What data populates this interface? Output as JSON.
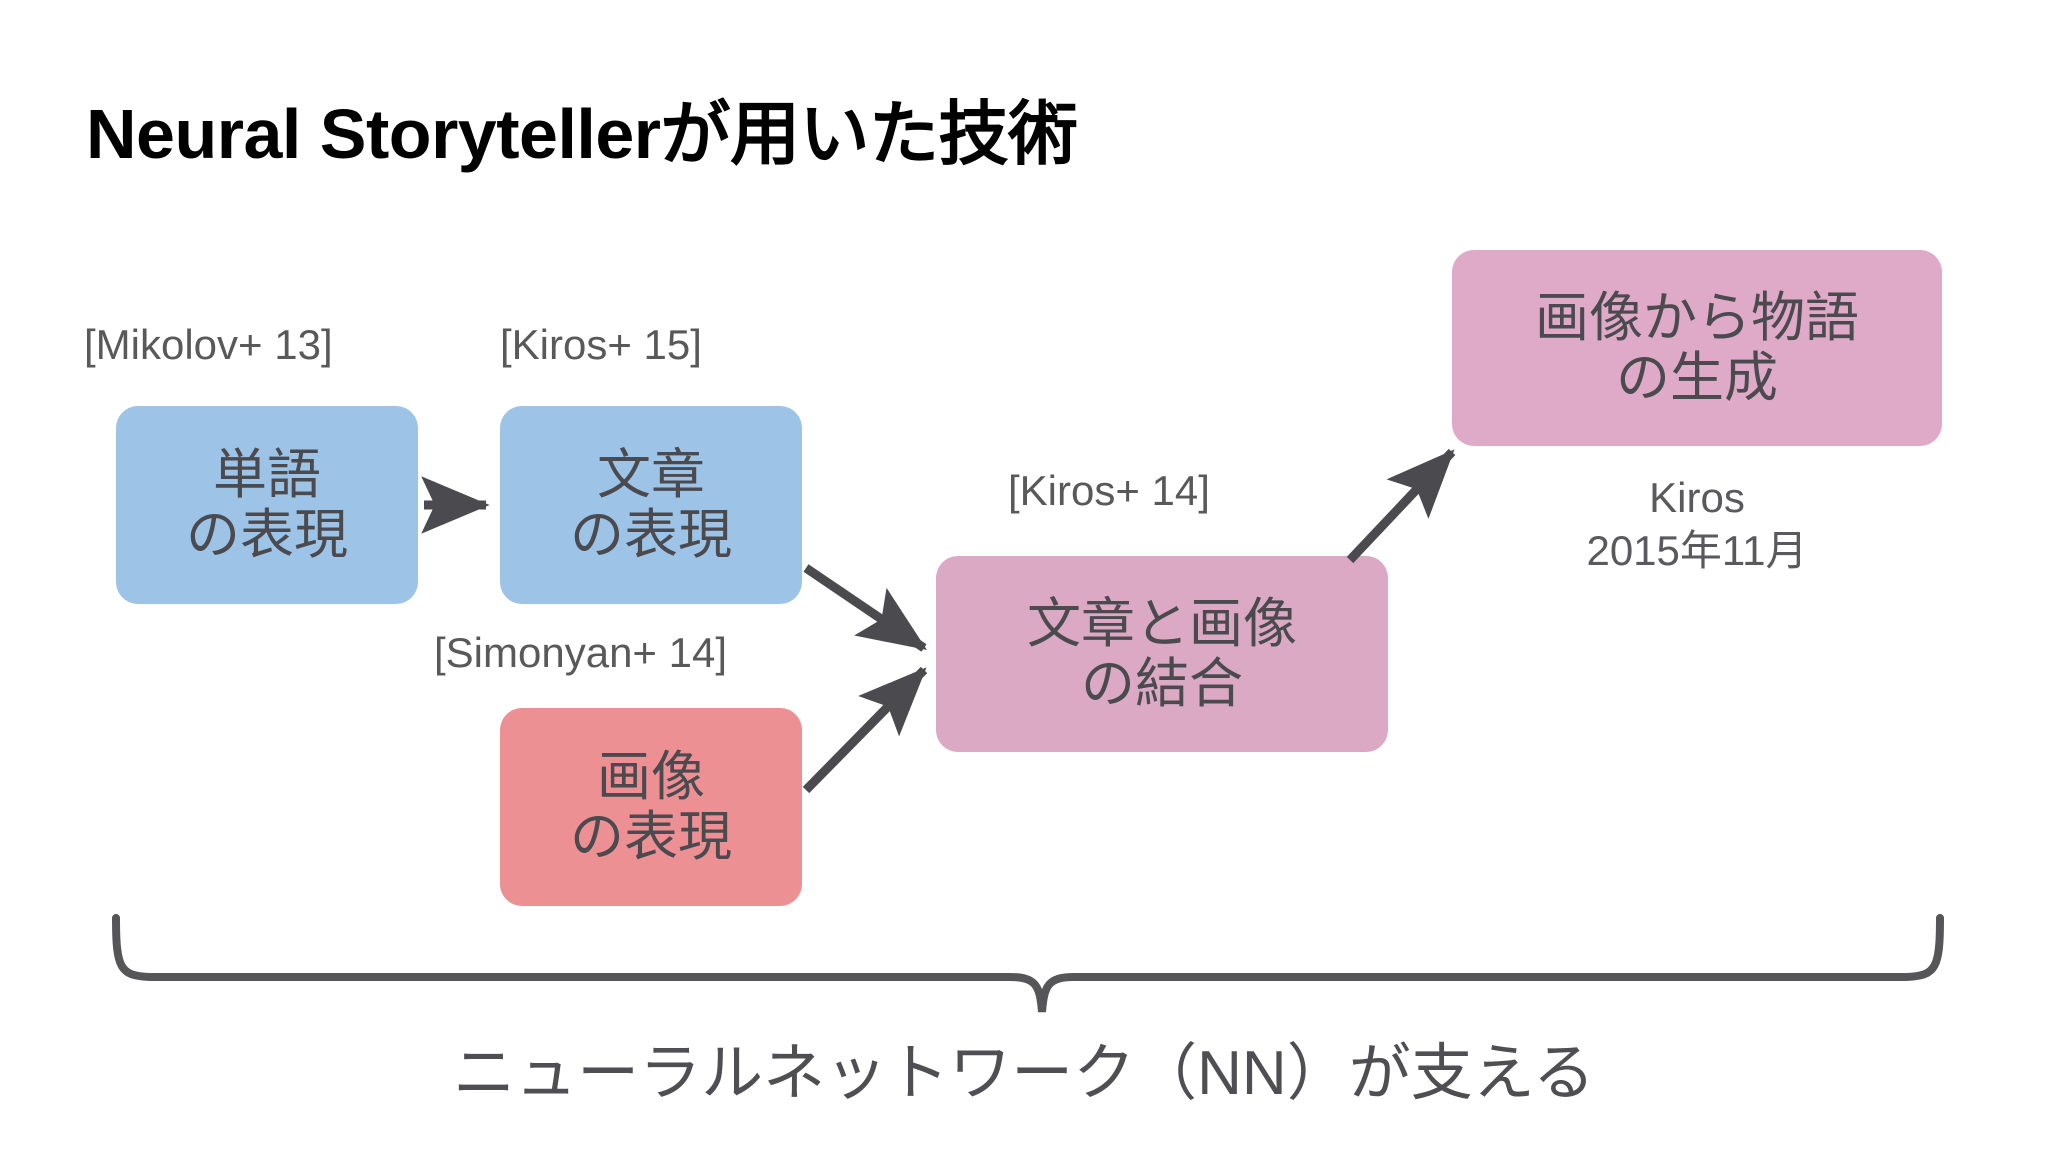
{
  "slide": {
    "title": "Neural Storytellerが用いた技術",
    "background_color": "#ffffff"
  },
  "colors": {
    "blue_node": "#9DC3E6",
    "red_node": "#ED9094",
    "purple_node": "#DBA9C4",
    "pink_node": "#DFAAC8",
    "node_text": "#4a4a4f",
    "citation_text": "#595959",
    "arrow": "#4a4a4f",
    "brace": "#565659",
    "title_text": "#000000"
  },
  "citations": {
    "mikolov": "[Mikolov+ 13]",
    "kiros15": "[Kiros+ 15]",
    "simonyan": "[Simonyan+ 14]",
    "kiros14": "[Kiros+ 14]"
  },
  "nodes": {
    "word": {
      "line1": "単語",
      "line2": "の表現"
    },
    "sentence": {
      "line1": "文章",
      "line2": "の表現"
    },
    "image": {
      "line1": "画像",
      "line2": "の表現"
    },
    "join": {
      "line1": "文章と画像",
      "line2": "の結合"
    },
    "story": {
      "line1": "画像から物語",
      "line2": "の生成"
    }
  },
  "attribution": {
    "author": "Kiros",
    "date": "2015年11月"
  },
  "bottom_caption": "ニューラルネットワーク（NN）が支える",
  "chart_data": {
    "type": "diagram",
    "title": "Neural Storytellerが用いた技術",
    "nodes": [
      {
        "id": "word",
        "label": "単語の表現",
        "color": "#9DC3E6",
        "citation": "[Mikolov+ 13]"
      },
      {
        "id": "sentence",
        "label": "文章の表現",
        "color": "#9DC3E6",
        "citation": "[Kiros+ 15]"
      },
      {
        "id": "image",
        "label": "画像の表現",
        "color": "#ED9094",
        "citation": "[Simonyan+ 14]"
      },
      {
        "id": "join",
        "label": "文章と画像の結合",
        "color": "#DBA9C4",
        "citation": "[Kiros+ 14]"
      },
      {
        "id": "story",
        "label": "画像から物語の生成",
        "color": "#DFAAC8",
        "citation": ""
      }
    ],
    "edges": [
      {
        "from": "word",
        "to": "sentence"
      },
      {
        "from": "sentence",
        "to": "join"
      },
      {
        "from": "image",
        "to": "join"
      },
      {
        "from": "join",
        "to": "story"
      }
    ],
    "grouping": {
      "brace_label": "ニューラルネットワーク（NN）が支える",
      "covers": [
        "word",
        "sentence",
        "image",
        "join",
        "story"
      ]
    }
  }
}
